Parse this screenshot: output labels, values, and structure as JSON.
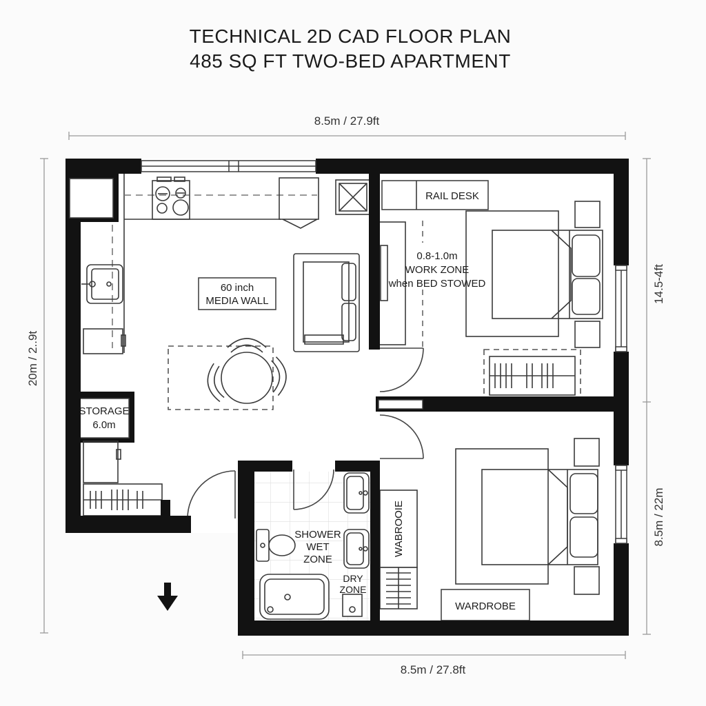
{
  "title": {
    "line1": "TECHNICAL 2D CAD FLOOR PLAN",
    "line2": "485 SQ FT TWO-BED APARTMENT"
  },
  "dimensions": {
    "top": "8.5m / 27.9ft",
    "left": "20m / 2..9t",
    "right_upper": "14.5-4ft",
    "right_lower": "8.5m / 22m",
    "bottom": "8.5m / 27.8ft"
  },
  "rooms": {
    "bedroom1": {
      "desk_label": "RAIL DESK",
      "work_zone": {
        "line1": "0.8-1.0m",
        "line2": "WORK ZONE",
        "line3": "when BED STOWED"
      }
    },
    "living": {
      "media_wall": {
        "line1": "60 inch",
        "line2": "MEDIA WALL"
      }
    },
    "storage": {
      "line1": "STORAGE",
      "line2": "6.0m"
    },
    "bathroom": {
      "shower": {
        "line1": "SHOWER",
        "line2": "WET",
        "line3": "ZONE"
      },
      "dry": {
        "line1": "DRY",
        "line2": "ZONE"
      }
    },
    "bedroom2": {
      "closet_label": "WABROOIE",
      "wardrobe_label": "WARDROBE"
    }
  },
  "colors": {
    "wall": "#121212",
    "furniture_line": "#3a3a3a",
    "dimension_line": "#999999",
    "tile_line": "#dedede",
    "background": "#fbfbfb"
  }
}
